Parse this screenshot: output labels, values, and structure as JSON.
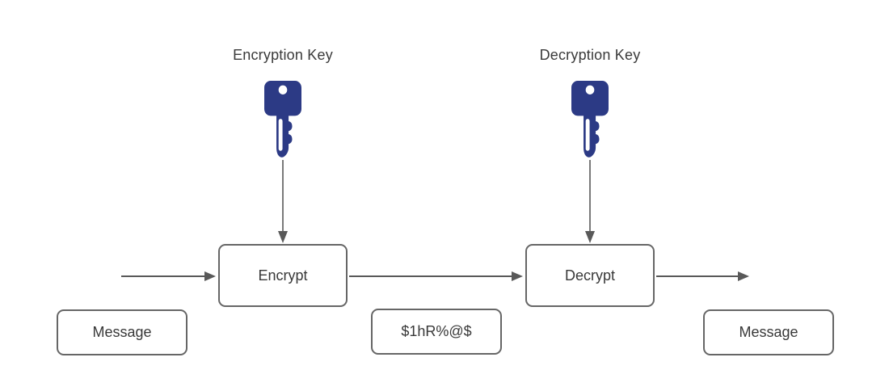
{
  "colors": {
    "background": "#ffffff",
    "key_fill": "#2c3a85",
    "key_cutout": "#ffffff",
    "box_border": "#666666",
    "box_fill": "#ffffff",
    "arrow": "#595959",
    "label_text": "#3a3a3a"
  },
  "labels": {
    "encryption_key": "Encryption Key",
    "decryption_key": "Decryption Key"
  },
  "nodes": {
    "encrypt": "Encrypt",
    "decrypt": "Decrypt",
    "message_in": "Message",
    "ciphertext": "$1hR%@$",
    "message_out": "Message"
  },
  "icons": {
    "encryption_key": "key-icon",
    "decryption_key": "key-icon"
  }
}
